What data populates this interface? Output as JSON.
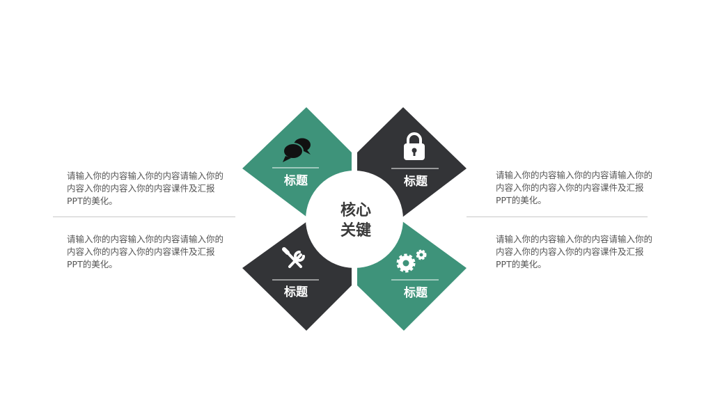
{
  "colors": {
    "green": "#3e937a",
    "dark": "#333437",
    "text": "#555555",
    "core_text": "#3a3a3a"
  },
  "center": {
    "line1": "核心",
    "line2": "关键"
  },
  "petals": [
    {
      "title": "标题",
      "icon": "speech-bubbles-icon",
      "color": "green"
    },
    {
      "title": "标题",
      "icon": "lock-icon",
      "color": "dark"
    },
    {
      "title": "标题",
      "icon": "tools-icon",
      "color": "dark"
    },
    {
      "title": "标题",
      "icon": "gears-icon",
      "color": "green"
    }
  ],
  "texts": {
    "top_left": "请输入你的内容输入你的内容请输入你的内容入你的内容入你的内容课件及汇报PPT的美化。",
    "bottom_left": "请输入你的内容输入你的内容请输入你的内容入你的内容入你的内容课件及汇报PPT的美化。",
    "top_right": "请输入你的内容输入你的内容请输入你的内容入你的内容入你的内容课件及汇报PPT的美化。",
    "bottom_right": "请输入你的内容输入你的内容请输入你的内容入你的内容入你的内容课件及汇报PPT的美化。"
  }
}
